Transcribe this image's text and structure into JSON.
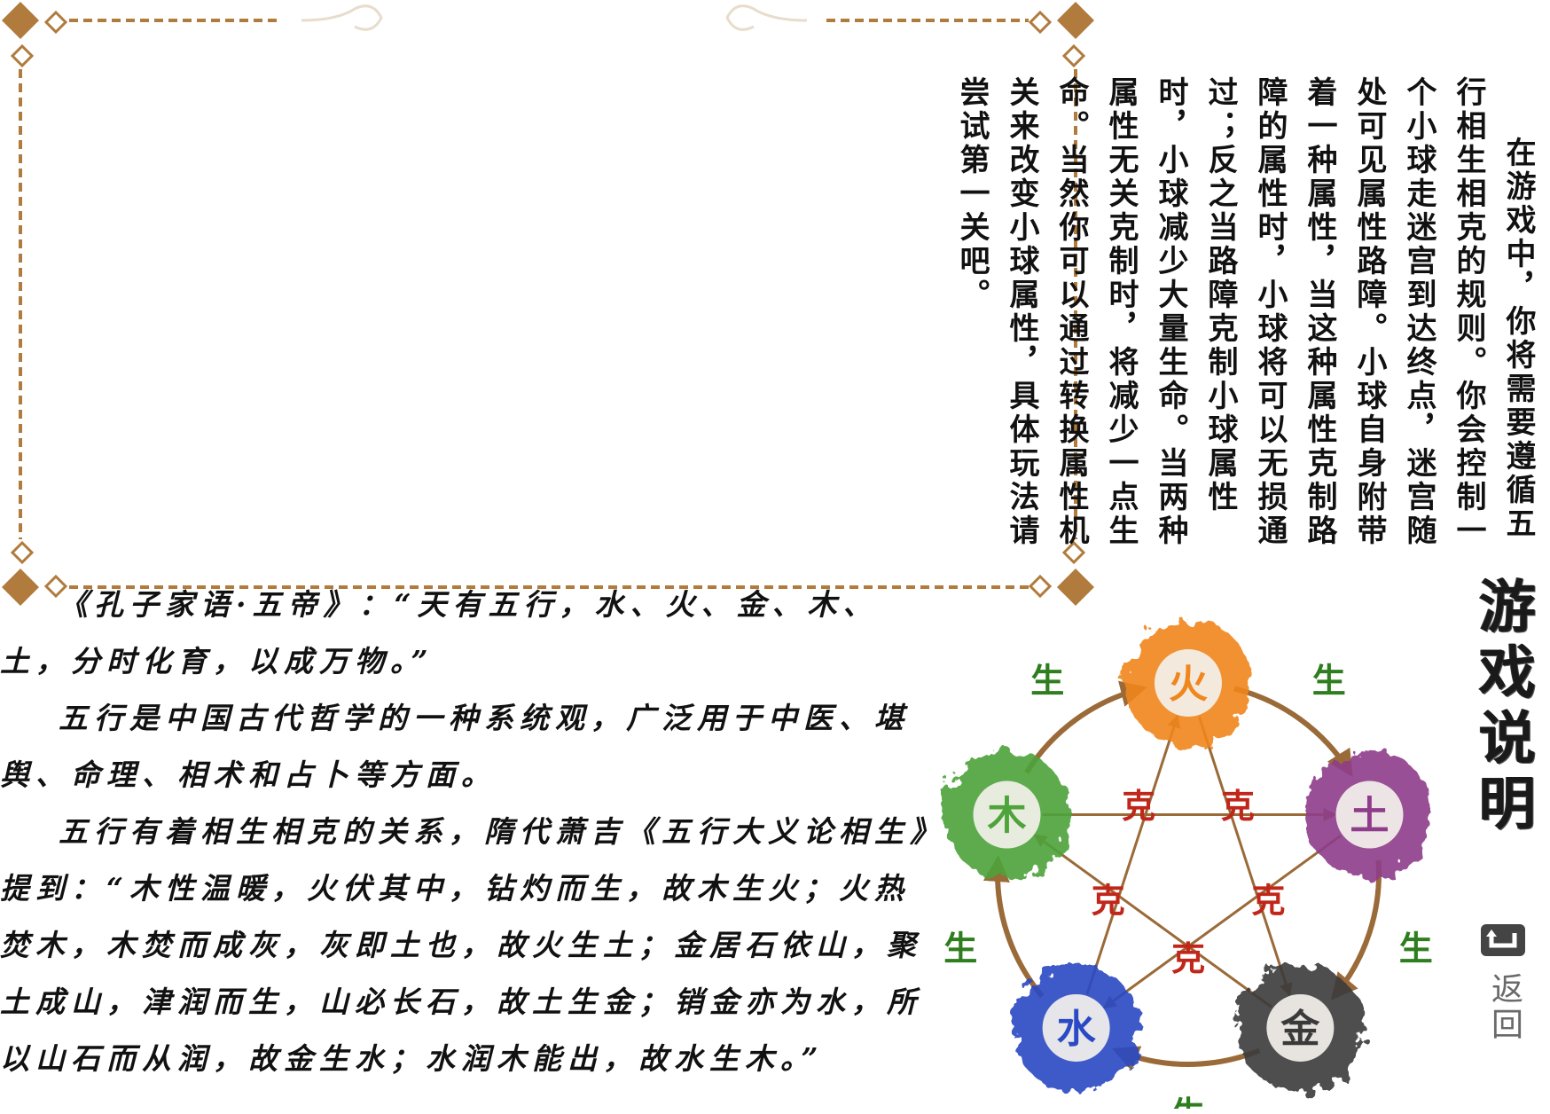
{
  "intro": {
    "paragraphs": [
      "在游戏中，你将需要遵循五行相生相克的规则。你会控制一个小球走迷宫到达终点，迷宫随处可见属性路障。小球自身附带着一种属性，当这种属性克制路障的属性时，小球将可以无损通过；反之当路障克制小球属性时，小球减少大量生命。当两种属性无关克制时，将减少一点生命。当然你可以通过转换属性机关来改变小球属性，具体玩法请尝试第一关吧。"
    ]
  },
  "title": "游戏说明",
  "back": {
    "label": "返回",
    "icon": "back-arrow-icon"
  },
  "classic": {
    "paragraphs": [
      "《孔子家语·五帝》：“天有五行，水、火、金、木、土，分时化育，以成万物。”",
      "五行是中国古代哲学的一种系统观，广泛用于中医、堪舆、命理、相术和占卜等方面。",
      "五行有着相生相克的关系，隋代萧吉《五行大义论相生》提到：“木性温暖，火伏其中，钻灼而生，故木生火；火热焚木，木焚而成灰，灰即土也，故火生土；金居石依山，聚土成山，津润而生，山必长石，故土生金；销金亦为水，所以山石而从润，故金生水；水润木能出，故水生木。”"
    ]
  },
  "diagram": {
    "sheng_label": "生",
    "ke_label": "克",
    "elements": [
      {
        "name": "fire",
        "glyph": "火",
        "color": "#f0861e"
      },
      {
        "name": "earth",
        "glyph": "土",
        "color": "#8e3d8a"
      },
      {
        "name": "metal",
        "glyph": "金",
        "color": "#3a3a3a"
      },
      {
        "name": "water",
        "glyph": "水",
        "color": "#2a49c4"
      },
      {
        "name": "wood",
        "glyph": "木",
        "color": "#4ea33a"
      }
    ],
    "arrow_color": "#9a6a38"
  },
  "colors": {
    "frame": "#b07b3c"
  }
}
